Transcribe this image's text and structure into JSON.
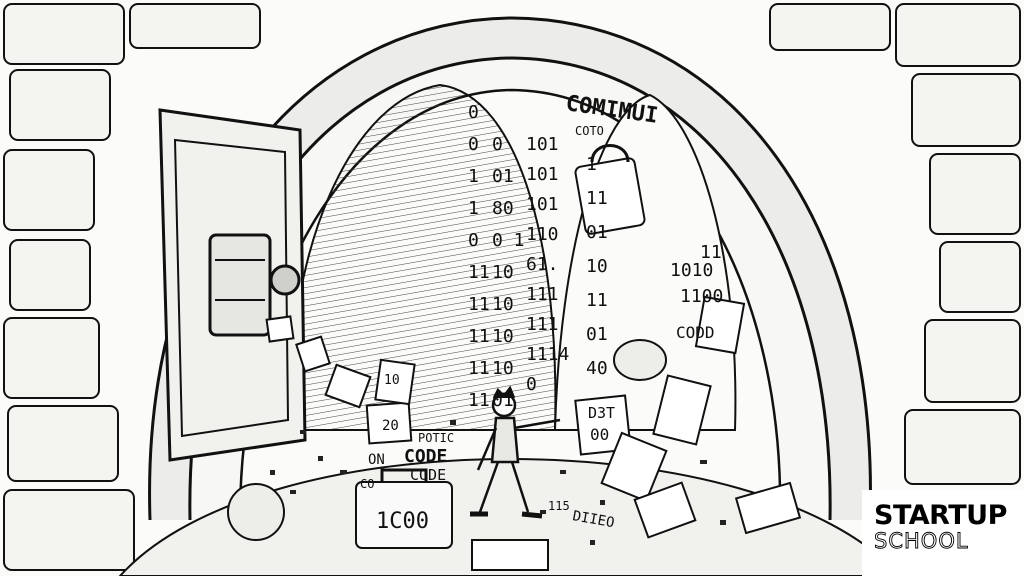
{
  "scene": {
    "subject": "Ink sketch of an open bank vault whose interior is filled with binary code, with a small figure standing among scattered code tiles, padlocks and briefcases",
    "colors": {
      "ink": "#111111",
      "paper": "#fbfbf9",
      "shade": "#d9d9d6"
    }
  },
  "code_columns": [
    [
      "0",
      "0",
      "1",
      "1",
      "0",
      "11",
      "11",
      "11",
      "11",
      "11"
    ],
    [
      "0",
      "01",
      "80",
      "0 1",
      "10",
      "10",
      "10",
      "10",
      "01"
    ],
    [
      "101",
      "101",
      "101",
      "110",
      "61.",
      "111",
      "111",
      "1114",
      "0"
    ],
    [
      "1",
      "11",
      "01",
      "10",
      "11",
      "01",
      "40"
    ]
  ],
  "code_labels": {
    "comimu": "COMIMUI",
    "coto": "COTO",
    "right_bits_1": "1010",
    "right_bits_2": "11",
    "right_bits_3": "1100",
    "codd": "CODD",
    "code_1": "CODE",
    "code_2": "CODE",
    "potic": "POTIC",
    "on": "ON",
    "code_small": "CO",
    "tile_20": "20",
    "tile_10": "10",
    "tile_dat": "D3T",
    "tile_00": "00",
    "briefcase": "1C00",
    "floor": "DIIEO",
    "floor_2": "115"
  },
  "brand": {
    "line1": "STARTUP",
    "line2": "SCHOOL"
  }
}
